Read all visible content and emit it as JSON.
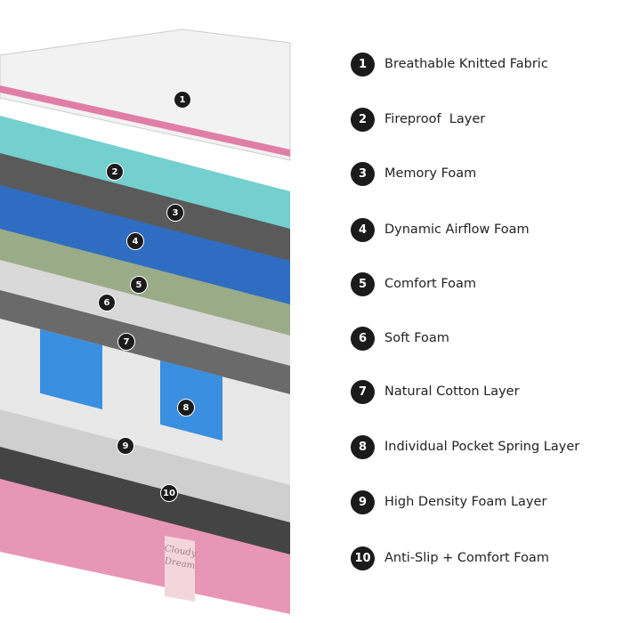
{
  "layers": [
    {
      "number": "1",
      "label": "Breathable Knitted Fabric",
      "color": "#f2f2f2"
    },
    {
      "number": "2",
      "label": "Fireproof  Layer",
      "color": "#74cfcf"
    },
    {
      "number": "3",
      "label": "Memory Foam",
      "color": "#5a5a5a"
    },
    {
      "number": "4",
      "label": "Dynamic Airflow Foam",
      "color": "#2f6dc2"
    },
    {
      "number": "5",
      "label": "Comfort Foam",
      "color": "#9aab88"
    },
    {
      "number": "6",
      "label": "Soft Foam",
      "color": "#d9d9d9"
    },
    {
      "number": "7",
      "label": "Natural Cotton Layer",
      "color": "#6a6a6a"
    },
    {
      "number": "8",
      "label": "Individual Pocket Spring Layer",
      "color": "#3a8fe0"
    },
    {
      "number": "9",
      "label": "High Density Foam Layer",
      "color": "#cfcfcf"
    },
    {
      "number": "10",
      "label": "Anti-Slip + Comfort Foam",
      "color": "#444444"
    }
  ],
  "brand": {
    "line1": "Cloudy",
    "line2": "Dream"
  },
  "colors": {
    "border": "#e07ea8",
    "base": "#e896b6",
    "badge": "#1b1b1b"
  }
}
